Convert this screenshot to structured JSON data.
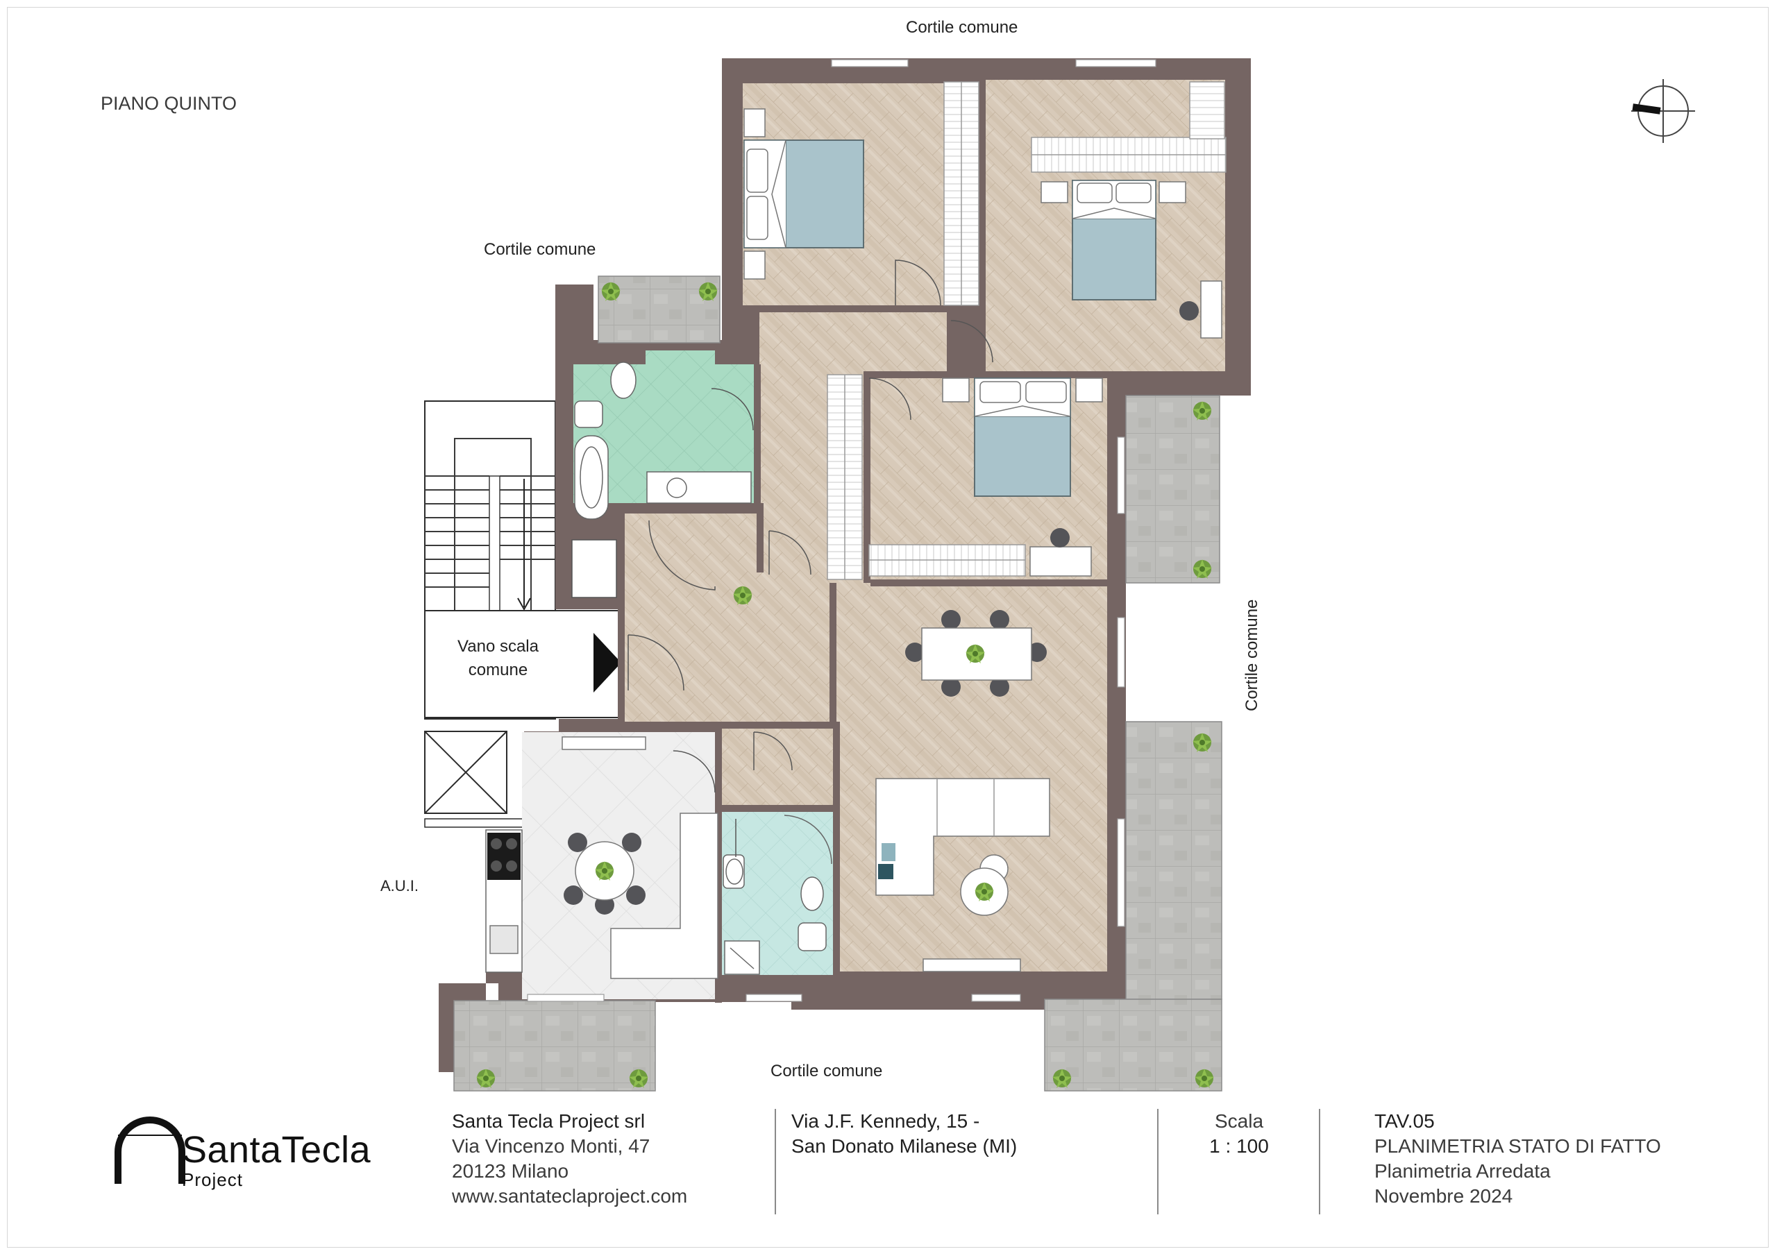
{
  "floor_label": "PIANO QUINTO",
  "surroundings": {
    "top": "Cortile comune",
    "left": "Cortile comune",
    "right": "Cortile comune",
    "bottom": "Cortile comune"
  },
  "stairwell": {
    "label_line1": "Vano scala",
    "label_line2": "comune"
  },
  "aui_label": "A.U.I.",
  "title_block": {
    "company": {
      "name": "Santa Tecla Project srl",
      "street": "Via Vincenzo Monti, 47",
      "city": "20123 Milano",
      "website": "www.santateclaproject.com"
    },
    "site": {
      "address_line1": "Via J.F. Kennedy, 15 -",
      "address_line2": "San Donato Milanese (MI)"
    },
    "scale": {
      "label": "Scala",
      "value": "1 : 100"
    },
    "sheet": {
      "number": "TAV.05",
      "title": "PLANIMETRIA STATO DI FATTO",
      "subtitle": "Planimetria Arredata",
      "date": "Novembre 2024"
    }
  },
  "logo": {
    "main": "SantaTecla",
    "sub": "Project"
  },
  "colors": {
    "wall": "#756563",
    "wood_floor": "#d9cbbc",
    "bath_green": "#a8dbc4",
    "bath_aqua": "#c4e6e2",
    "terrace": "#b9b9b6",
    "kitchen_floor": "#eeeeee",
    "bed_blue": "#a9c3cb"
  }
}
